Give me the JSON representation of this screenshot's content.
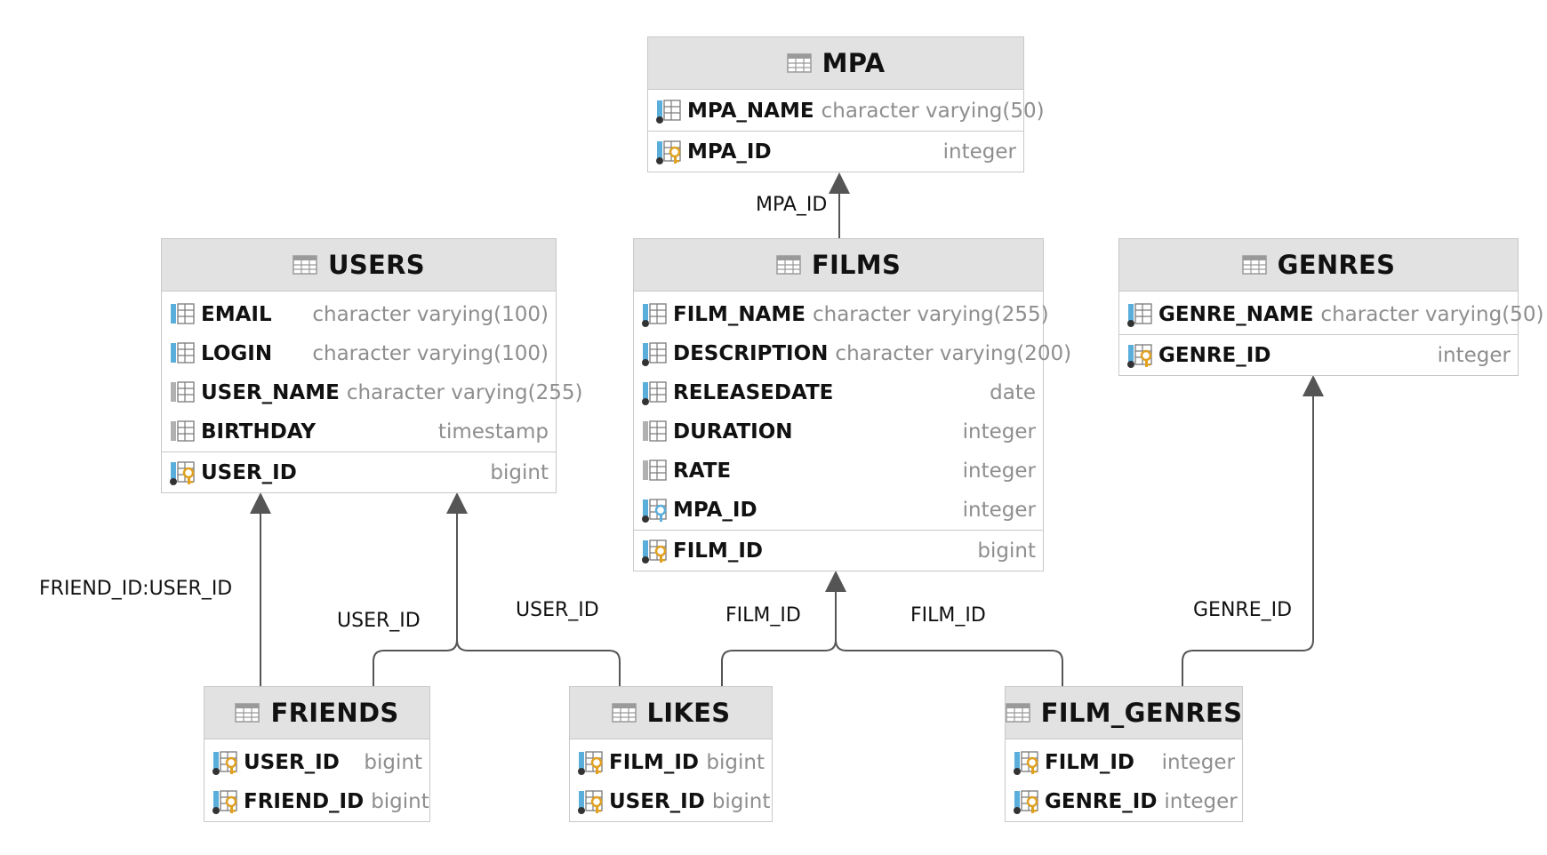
{
  "tables": {
    "mpa": {
      "name": "MPA",
      "columns": [
        {
          "name": "MPA_NAME",
          "type": "character varying(50)",
          "kind": "field"
        }
      ],
      "pk": {
        "name": "MPA_ID",
        "type": "integer"
      }
    },
    "users": {
      "name": "USERS",
      "columns": [
        {
          "name": "EMAIL",
          "type": "character varying(100)",
          "kind": "unique"
        },
        {
          "name": "LOGIN",
          "type": "character varying(100)",
          "kind": "unique"
        },
        {
          "name": "USER_NAME",
          "type": "character varying(255)",
          "kind": "nullable"
        },
        {
          "name": "BIRTHDAY",
          "type": "timestamp",
          "kind": "nullable"
        }
      ],
      "pk": {
        "name": "USER_ID",
        "type": "bigint"
      }
    },
    "films": {
      "name": "FILMS",
      "columns": [
        {
          "name": "FILM_NAME",
          "type": "character varying(255)",
          "kind": "field"
        },
        {
          "name": "DESCRIPTION",
          "type": "character varying(200)",
          "kind": "field"
        },
        {
          "name": "RELEASEDATE",
          "type": "date",
          "kind": "field"
        },
        {
          "name": "DURATION",
          "type": "integer",
          "kind": "nullable"
        },
        {
          "name": "RATE",
          "type": "integer",
          "kind": "nullable"
        },
        {
          "name": "MPA_ID",
          "type": "integer",
          "kind": "fk"
        }
      ],
      "pk": {
        "name": "FILM_ID",
        "type": "bigint"
      }
    },
    "genres": {
      "name": "GENRES",
      "columns": [
        {
          "name": "GENRE_NAME",
          "type": "character varying(50)",
          "kind": "field"
        }
      ],
      "pk": {
        "name": "GENRE_ID",
        "type": "integer"
      }
    },
    "friends": {
      "name": "FRIENDS",
      "columns": [
        {
          "name": "USER_ID",
          "type": "bigint",
          "kind": "pkfk"
        },
        {
          "name": "FRIEND_ID",
          "type": "bigint",
          "kind": "pkfk"
        }
      ]
    },
    "likes": {
      "name": "LIKES",
      "columns": [
        {
          "name": "FILM_ID",
          "type": "bigint",
          "kind": "pkfk"
        },
        {
          "name": "USER_ID",
          "type": "bigint",
          "kind": "pkfk"
        }
      ]
    },
    "film_genres": {
      "name": "FILM_GENRES",
      "columns": [
        {
          "name": "FILM_ID",
          "type": "integer",
          "kind": "pkfk"
        },
        {
          "name": "GENRE_ID",
          "type": "integer",
          "kind": "pkfk"
        }
      ]
    }
  },
  "relations": [
    {
      "id": "films-mpa",
      "label": "MPA_ID"
    },
    {
      "id": "friends-users-friend",
      "label": "FRIEND_ID:USER_ID"
    },
    {
      "id": "friends-users",
      "label": "USER_ID"
    },
    {
      "id": "likes-users",
      "label": "USER_ID"
    },
    {
      "id": "likes-films",
      "label": "FILM_ID"
    },
    {
      "id": "filmgenres-films",
      "label": "FILM_ID"
    },
    {
      "id": "filmgenres-genres",
      "label": "GENRE_ID"
    }
  ],
  "colors": {
    "header_bg": "#e2e2e2",
    "border": "#c8c8c8",
    "edge": "#555555",
    "type_text": "#8e8e8e",
    "icon_blue": "#5aaedc",
    "icon_key": "#e0a020"
  }
}
